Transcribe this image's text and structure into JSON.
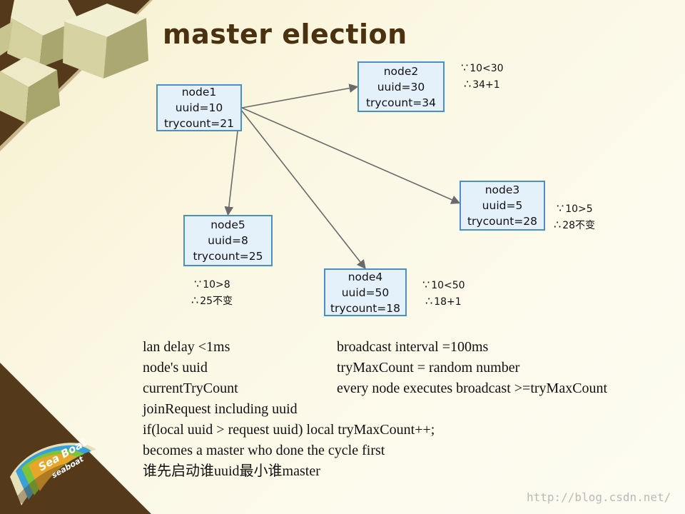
{
  "slide": {
    "title": "master election",
    "colors": {
      "title": "#4a3210",
      "node_border": "#4b8fc4",
      "node_fill": "#e4f1fb",
      "edge": "#6a6a6a"
    }
  },
  "diagram": {
    "nodes": [
      {
        "id": "node1",
        "name": "node1",
        "uuid": "uuid=10",
        "trycount": "trycount=21"
      },
      {
        "id": "node2",
        "name": "node2",
        "uuid": "uuid=30",
        "trycount": "trycount=34"
      },
      {
        "id": "node3",
        "name": "node3",
        "uuid": "uuid=5",
        "trycount": "trycount=28"
      },
      {
        "id": "node4",
        "name": "node4",
        "uuid": "uuid=50",
        "trycount": "trycount=18"
      },
      {
        "id": "node5",
        "name": "node5",
        "uuid": "uuid=8",
        "trycount": "trycount=25"
      }
    ],
    "edges": [
      {
        "from": "node1",
        "to": "node2"
      },
      {
        "from": "node1",
        "to": "node3"
      },
      {
        "from": "node1",
        "to": "node4"
      },
      {
        "from": "node1",
        "to": "node5"
      }
    ],
    "annotations": {
      "node2": {
        "because": "10<30",
        "therefore": "34+1"
      },
      "node3": {
        "because": "10>5",
        "therefore": "28不变"
      },
      "node4": {
        "because": "10<50",
        "therefore": "18+1"
      },
      "node5": {
        "because": "10>8",
        "therefore": "25不变"
      }
    },
    "symbols": {
      "because": "∵",
      "therefore": "∴"
    }
  },
  "notes": {
    "rows": [
      {
        "left": "lan  delay <1ms",
        "right": " broadcast interval =100ms"
      },
      {
        "left": "node's uuid",
        "right": "tryMaxCount = random number"
      },
      {
        "left": "currentTryCount",
        "right": "every node executes broadcast >=tryMaxCount"
      },
      {
        "left": "joinRequest including uuid",
        "right": ""
      },
      {
        "left": "if(local uuid > request uuid)  local tryMaxCount++;",
        "right": ""
      },
      {
        "left": "becomes a master who done the cycle first",
        "right": ""
      },
      {
        "left": "谁先启动谁uuid最小谁master",
        "right": ""
      }
    ]
  },
  "logo": {
    "line1": "Sea Boat",
    "line2": "seaboat"
  },
  "watermark": "http://blog.csdn.net/"
}
